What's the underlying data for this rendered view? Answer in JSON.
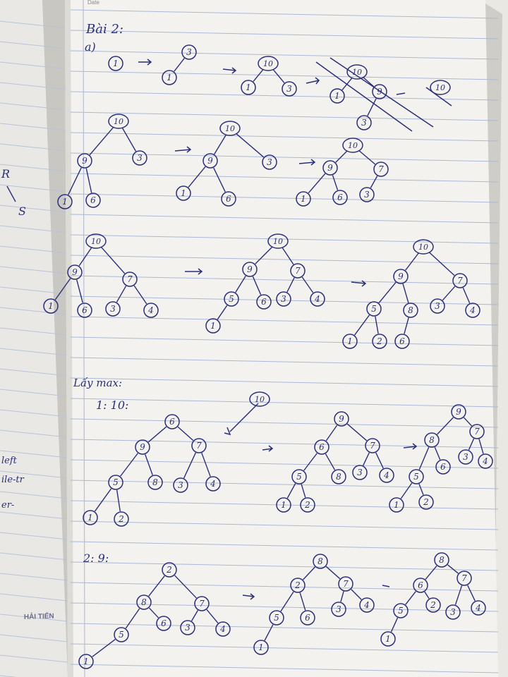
{
  "page": {
    "heading": "Bài 2:",
    "part_a": "a)",
    "section_b": "Lấy max:",
    "step1": "1: 10:",
    "step2": "2: 9:",
    "brand": "HẢI TIẾN",
    "corner": "Date"
  },
  "left_page": {
    "marks": [
      "R",
      "S"
    ],
    "notes": [
      "left",
      "ile-tr",
      "er-"
    ]
  },
  "trees": [
    {
      "name": "r1a",
      "nodes": [
        {
          "id": "a",
          "v": "1"
        }
      ],
      "edges": []
    },
    {
      "name": "r1b",
      "nodes": [
        {
          "id": "a",
          "v": "3"
        },
        {
          "id": "b",
          "v": "1"
        }
      ],
      "edges": [
        [
          "a",
          "b"
        ]
      ]
    },
    {
      "name": "r1c",
      "nodes": [
        {
          "id": "a",
          "v": "10"
        },
        {
          "id": "b",
          "v": "1"
        },
        {
          "id": "c",
          "v": "3"
        }
      ],
      "edges": [
        [
          "a",
          "b"
        ],
        [
          "a",
          "c"
        ]
      ]
    },
    {
      "name": "r1d",
      "nodes": [
        {
          "id": "a",
          "v": "10"
        },
        {
          "id": "b",
          "v": "1"
        },
        {
          "id": "c",
          "v": "9"
        },
        {
          "id": "d",
          "v": "3"
        }
      ],
      "edges": [
        [
          "a",
          "b"
        ],
        [
          "a",
          "c"
        ],
        [
          "c",
          "d"
        ]
      ]
    },
    {
      "name": "r1e",
      "nodes": [
        {
          "id": "a",
          "v": "10"
        }
      ],
      "edges": []
    },
    {
      "name": "r2a",
      "nodes": [
        {
          "id": "a",
          "v": "10"
        },
        {
          "id": "b",
          "v": "9"
        },
        {
          "id": "c",
          "v": "3"
        },
        {
          "id": "d",
          "v": "1"
        },
        {
          "id": "e",
          "v": "6"
        }
      ],
      "edges": [
        [
          "a",
          "b"
        ],
        [
          "a",
          "c"
        ],
        [
          "b",
          "d"
        ],
        [
          "b",
          "e"
        ]
      ]
    },
    {
      "name": "r2b",
      "nodes": [
        {
          "id": "a",
          "v": "10"
        },
        {
          "id": "b",
          "v": "9"
        },
        {
          "id": "c",
          "v": "3"
        },
        {
          "id": "d",
          "v": "1"
        },
        {
          "id": "e",
          "v": "6"
        }
      ],
      "edges": [
        [
          "a",
          "b"
        ],
        [
          "a",
          "c"
        ],
        [
          "b",
          "d"
        ],
        [
          "b",
          "e"
        ]
      ]
    },
    {
      "name": "r2c",
      "nodes": [
        {
          "id": "a",
          "v": "10"
        },
        {
          "id": "b",
          "v": "9"
        },
        {
          "id": "c",
          "v": "7"
        },
        {
          "id": "d",
          "v": "1"
        },
        {
          "id": "e",
          "v": "6"
        },
        {
          "id": "f",
          "v": "3"
        }
      ],
      "edges": [
        [
          "a",
          "b"
        ],
        [
          "a",
          "c"
        ],
        [
          "b",
          "d"
        ],
        [
          "b",
          "e"
        ],
        [
          "c",
          "f"
        ]
      ]
    },
    {
      "name": "r3a",
      "nodes": [
        {
          "id": "a",
          "v": "10"
        },
        {
          "id": "b",
          "v": "9"
        },
        {
          "id": "c",
          "v": "7"
        },
        {
          "id": "d",
          "v": "1"
        },
        {
          "id": "e",
          "v": "6"
        },
        {
          "id": "f",
          "v": "3"
        },
        {
          "id": "g",
          "v": "4"
        }
      ],
      "edges": [
        [
          "a",
          "b"
        ],
        [
          "a",
          "c"
        ],
        [
          "b",
          "d"
        ],
        [
          "b",
          "e"
        ],
        [
          "c",
          "f"
        ],
        [
          "c",
          "g"
        ]
      ]
    },
    {
      "name": "r3b",
      "nodes": [
        {
          "id": "a",
          "v": "10"
        },
        {
          "id": "b",
          "v": "9"
        },
        {
          "id": "c",
          "v": "7"
        },
        {
          "id": "d",
          "v": "5"
        },
        {
          "id": "e",
          "v": "6"
        },
        {
          "id": "f",
          "v": "3"
        },
        {
          "id": "g",
          "v": "4"
        },
        {
          "id": "h",
          "v": "1"
        }
      ],
      "edges": [
        [
          "a",
          "b"
        ],
        [
          "a",
          "c"
        ],
        [
          "b",
          "d"
        ],
        [
          "b",
          "e"
        ],
        [
          "c",
          "f"
        ],
        [
          "c",
          "g"
        ],
        [
          "d",
          "h"
        ]
      ]
    },
    {
      "name": "r3c",
      "nodes": [
        {
          "id": "a",
          "v": "10"
        },
        {
          "id": "b",
          "v": "9"
        },
        {
          "id": "c",
          "v": "7"
        },
        {
          "id": "d",
          "v": "5"
        },
        {
          "id": "e",
          "v": "8"
        },
        {
          "id": "f",
          "v": "3"
        },
        {
          "id": "g",
          "v": "4"
        },
        {
          "id": "h",
          "v": "1"
        },
        {
          "id": "i",
          "v": "2"
        },
        {
          "id": "j",
          "v": "6"
        }
      ],
      "edges": [
        [
          "a",
          "b"
        ],
        [
          "a",
          "c"
        ],
        [
          "b",
          "d"
        ],
        [
          "b",
          "e"
        ],
        [
          "c",
          "f"
        ],
        [
          "c",
          "g"
        ],
        [
          "d",
          "h"
        ],
        [
          "d",
          "i"
        ],
        [
          "e",
          "j"
        ]
      ]
    },
    {
      "name": "r4a",
      "nodes": [
        {
          "id": "a",
          "v": "6"
        },
        {
          "id": "b",
          "v": "9"
        },
        {
          "id": "c",
          "v": "7"
        },
        {
          "id": "d",
          "v": "5"
        },
        {
          "id": "e",
          "v": "8"
        },
        {
          "id": "f",
          "v": "3"
        },
        {
          "id": "g",
          "v": "4"
        },
        {
          "id": "h",
          "v": "1"
        },
        {
          "id": "i",
          "v": "2"
        }
      ],
      "edges": [
        [
          "a",
          "b"
        ],
        [
          "a",
          "c"
        ],
        [
          "b",
          "d"
        ],
        [
          "b",
          "e"
        ],
        [
          "c",
          "f"
        ],
        [
          "c",
          "g"
        ],
        [
          "d",
          "h"
        ],
        [
          "d",
          "i"
        ]
      ]
    },
    {
      "name": "r4x",
      "nodes": [
        {
          "id": "a",
          "v": "10"
        }
      ],
      "edges": []
    },
    {
      "name": "r4b",
      "nodes": [
        {
          "id": "a",
          "v": "9"
        },
        {
          "id": "b",
          "v": "6"
        },
        {
          "id": "c",
          "v": "7"
        },
        {
          "id": "d",
          "v": "5"
        },
        {
          "id": "e",
          "v": "8"
        },
        {
          "id": "f",
          "v": "3"
        },
        {
          "id": "g",
          "v": "4"
        },
        {
          "id": "h",
          "v": "1"
        },
        {
          "id": "i",
          "v": "2"
        }
      ],
      "edges": [
        [
          "a",
          "b"
        ],
        [
          "a",
          "c"
        ],
        [
          "b",
          "d"
        ],
        [
          "b",
          "e"
        ],
        [
          "c",
          "f"
        ],
        [
          "c",
          "g"
        ],
        [
          "d",
          "h"
        ],
        [
          "d",
          "i"
        ]
      ]
    },
    {
      "name": "r4c",
      "nodes": [
        {
          "id": "a",
          "v": "9"
        },
        {
          "id": "b",
          "v": "8"
        },
        {
          "id": "c",
          "v": "7"
        },
        {
          "id": "d",
          "v": "5"
        },
        {
          "id": "e",
          "v": "6"
        },
        {
          "id": "f",
          "v": "3"
        },
        {
          "id": "g",
          "v": "4"
        },
        {
          "id": "h",
          "v": "1"
        },
        {
          "id": "i",
          "v": "2"
        }
      ],
      "edges": [
        [
          "a",
          "b"
        ],
        [
          "a",
          "c"
        ],
        [
          "b",
          "d"
        ],
        [
          "b",
          "e"
        ],
        [
          "c",
          "f"
        ],
        [
          "c",
          "g"
        ],
        [
          "d",
          "h"
        ],
        [
          "d",
          "i"
        ]
      ]
    },
    {
      "name": "r5a",
      "nodes": [
        {
          "id": "a",
          "v": "2"
        },
        {
          "id": "b",
          "v": "8"
        },
        {
          "id": "c",
          "v": "7"
        },
        {
          "id": "d",
          "v": "5"
        },
        {
          "id": "e",
          "v": "6"
        },
        {
          "id": "f",
          "v": "3"
        },
        {
          "id": "g",
          "v": "4"
        },
        {
          "id": "h",
          "v": "1"
        }
      ],
      "edges": [
        [
          "a",
          "b"
        ],
        [
          "a",
          "c"
        ],
        [
          "b",
          "d"
        ],
        [
          "b",
          "e"
        ],
        [
          "c",
          "f"
        ],
        [
          "c",
          "g"
        ],
        [
          "d",
          "h"
        ]
      ]
    },
    {
      "name": "r5b",
      "nodes": [
        {
          "id": "a",
          "v": "8"
        },
        {
          "id": "b",
          "v": "2"
        },
        {
          "id": "c",
          "v": "7"
        },
        {
          "id": "d",
          "v": "5"
        },
        {
          "id": "e",
          "v": "6"
        },
        {
          "id": "f",
          "v": "3"
        },
        {
          "id": "g",
          "v": "4"
        },
        {
          "id": "h",
          "v": "1"
        }
      ],
      "edges": [
        [
          "a",
          "b"
        ],
        [
          "a",
          "c"
        ],
        [
          "b",
          "d"
        ],
        [
          "b",
          "e"
        ],
        [
          "c",
          "f"
        ],
        [
          "c",
          "g"
        ],
        [
          "d",
          "h"
        ]
      ]
    },
    {
      "name": "r5c",
      "nodes": [
        {
          "id": "a",
          "v": "8"
        },
        {
          "id": "b",
          "v": "6"
        },
        {
          "id": "c",
          "v": "7"
        },
        {
          "id": "d",
          "v": "5"
        },
        {
          "id": "e",
          "v": "2"
        },
        {
          "id": "f",
          "v": "3"
        },
        {
          "id": "g",
          "v": "4"
        },
        {
          "id": "h",
          "v": "1"
        }
      ],
      "edges": [
        [
          "a",
          "b"
        ],
        [
          "a",
          "c"
        ],
        [
          "b",
          "d"
        ],
        [
          "b",
          "e"
        ],
        [
          "c",
          "f"
        ],
        [
          "c",
          "g"
        ],
        [
          "d",
          "h"
        ]
      ]
    }
  ]
}
